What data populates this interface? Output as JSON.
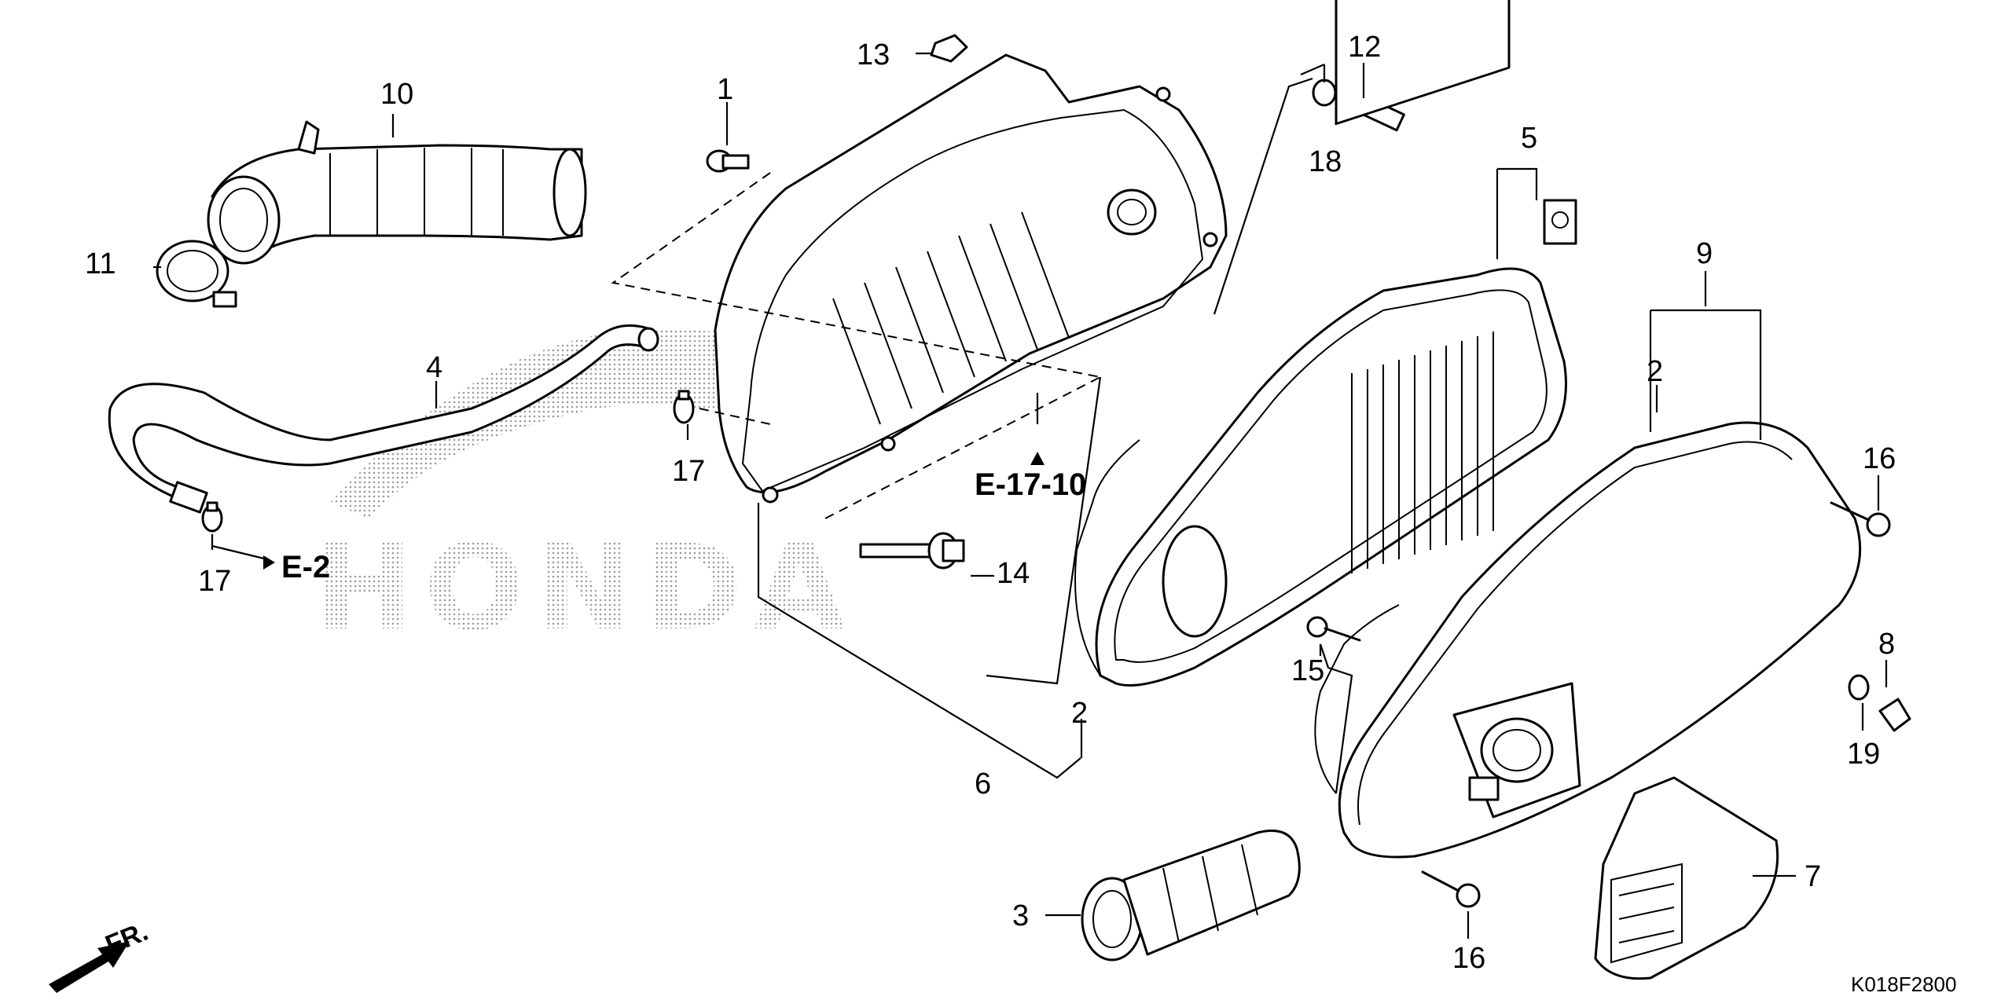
{
  "diagram": {
    "drawing_code": "K018F2800",
    "front_indicator": "FR.",
    "watermark": "HONDA",
    "references": [
      {
        "id": "ref-e17-10",
        "label": "E-17-10"
      },
      {
        "id": "ref-e2",
        "label": "E-2"
      }
    ],
    "callouts": [
      {
        "id": "c1",
        "label": "1"
      },
      {
        "id": "c2a",
        "label": "2"
      },
      {
        "id": "c2b",
        "label": "2"
      },
      {
        "id": "c3",
        "label": "3"
      },
      {
        "id": "c4",
        "label": "4"
      },
      {
        "id": "c5",
        "label": "5"
      },
      {
        "id": "c6",
        "label": "6"
      },
      {
        "id": "c7",
        "label": "7"
      },
      {
        "id": "c8",
        "label": "8"
      },
      {
        "id": "c9",
        "label": "9"
      },
      {
        "id": "c10",
        "label": "10"
      },
      {
        "id": "c11",
        "label": "11"
      },
      {
        "id": "c12",
        "label": "12"
      },
      {
        "id": "c13",
        "label": "13"
      },
      {
        "id": "c14",
        "label": "14"
      },
      {
        "id": "c15",
        "label": "15"
      },
      {
        "id": "c16a",
        "label": "16"
      },
      {
        "id": "c16b",
        "label": "16"
      },
      {
        "id": "c17a",
        "label": "17"
      },
      {
        "id": "c17b",
        "label": "17"
      },
      {
        "id": "c18",
        "label": "18"
      },
      {
        "id": "c19",
        "label": "19"
      }
    ]
  }
}
